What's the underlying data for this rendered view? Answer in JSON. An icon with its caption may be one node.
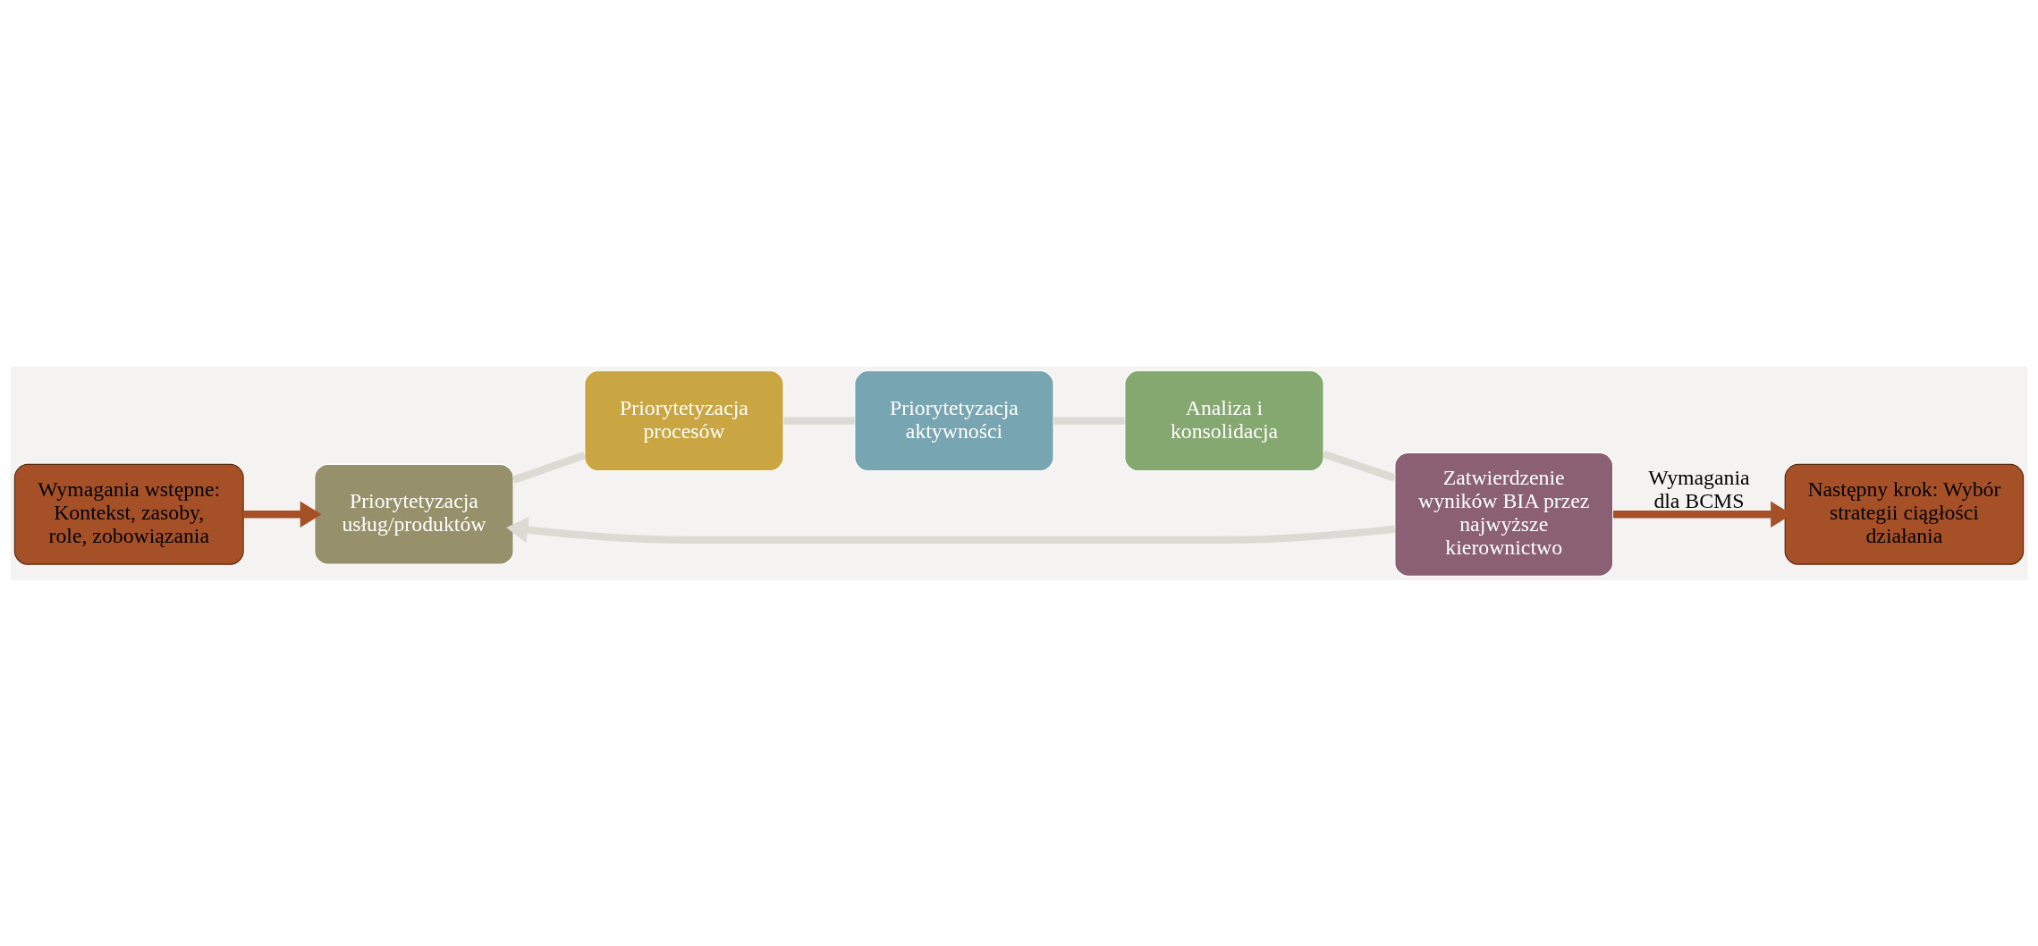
{
  "diagram": {
    "nodes": [
      {
        "text": [
          "Wymagania wstępne: Kontekst, zasoby, role, zobowiązania"
        ]
      },
      {
        "text": [
          "Priorytetyzacja usług/produktów"
        ]
      },
      {
        "text": [
          "Następny krok: Wybór strategii ciągłości działania"
        ]
      },
      {
        "text": [
          "Zatwierdzenie wyników BIA przez najwyższe kierownictwo"
        ]
      },
      {
        "text": [
          "Priorytetyzacja procesów"
        ]
      },
      {
        "text": [
          "Analiza i konsolidacja"
        ]
      },
      {
        "text": [
          "Priorytetyzacja aktywności"
        ]
      }
    ],
    "edges": [
      {
        "from": 0,
        "to": 1,
        "arrow": "to",
        "color": "#a65028"
      },
      {
        "from": 3,
        "to": 2,
        "arrow": "to",
        "label": "Wymagania dla BCMS",
        "color": "#a65028"
      },
      {
        "from": 1,
        "to": 4,
        "arrow": "none"
      },
      {
        "from": 4,
        "to": 6,
        "arrow": "none"
      },
      {
        "from": 6,
        "to": 5,
        "arrow": "none"
      },
      {
        "from": 5,
        "to": 3,
        "arrow": "none"
      },
      {
        "from": 3,
        "to": 1,
        "arrow": "to"
      }
    ]
  }
}
